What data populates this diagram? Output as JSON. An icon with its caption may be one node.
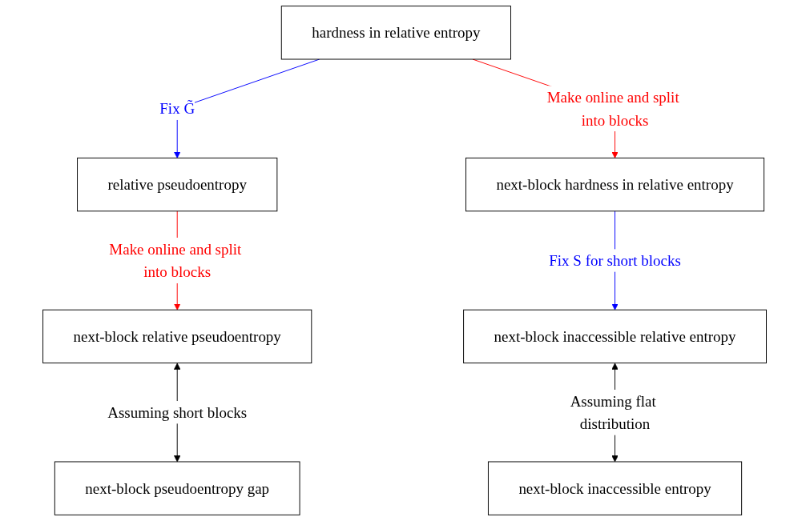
{
  "diagram": {
    "nodes": [
      {
        "text": [
          "hardness in relative entropy"
        ]
      },
      {
        "text": [
          "relative pseudoentropy"
        ]
      },
      {
        "text": [
          "next-block hardness in relative entropy"
        ]
      },
      {
        "text": [
          "next-block relative pseudoentropy"
        ]
      },
      {
        "text": [
          "next-block inaccessible relative entropy"
        ]
      },
      {
        "text": [
          "next-block pseudoentropy gap"
        ]
      },
      {
        "text": [
          "next-block inaccessible entropy"
        ]
      }
    ],
    "edges": [
      {
        "from": 0,
        "to": 1,
        "arrow": "to",
        "label": "Fix G̃",
        "color": "#0000ff"
      },
      {
        "from": 0,
        "to": 2,
        "arrow": "to",
        "label": "Make online and split into blocks",
        "color": "#ff0000"
      },
      {
        "from": 1,
        "to": 3,
        "arrow": "to",
        "label": "Make online and split into blocks",
        "color": "#ff0000"
      },
      {
        "from": 2,
        "to": 4,
        "arrow": "to",
        "label": "Fix S for short blocks",
        "color": "#0000ff"
      },
      {
        "from": 3,
        "to": 5,
        "arrow": "both",
        "label": "Assuming short blocks",
        "color": "#000000"
      },
      {
        "from": 4,
        "to": 6,
        "arrow": "both",
        "label": "Assuming flat distribution",
        "color": "#000000"
      }
    ]
  }
}
